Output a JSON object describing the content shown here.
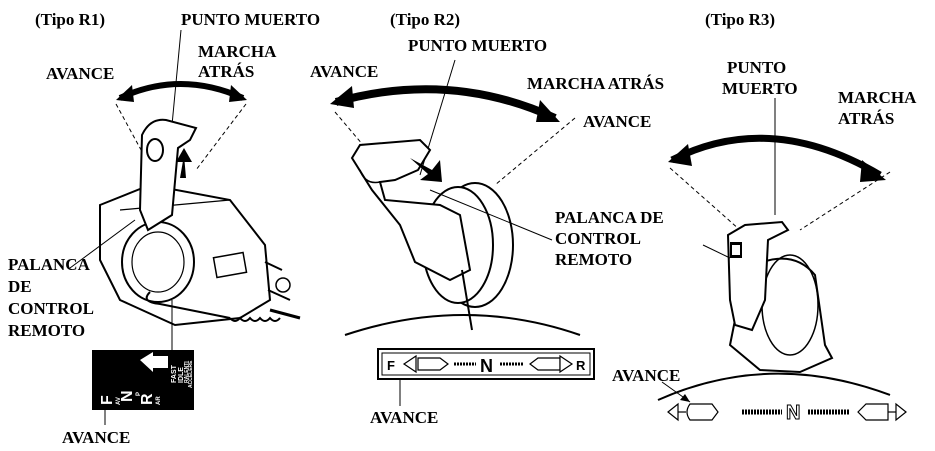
{
  "colors": {
    "ink": "#000000",
    "paper": "#ffffff",
    "shade": "#dcdcdc"
  },
  "r1": {
    "title": "(Tipo R1)",
    "neutral": "PUNTO MUERTO",
    "forward": "AVANCE",
    "reverse_line1": "MARCHA",
    "reverse_line2": "ATRÁS",
    "lever_line1": "PALANCA",
    "lever_line2": "DE",
    "lever_line3": "CONTROL",
    "lever_line4": "REMOTO",
    "plate_forward_label": "AVANCE",
    "plate": {
      "fast": "FAST",
      "idle": "IDLE",
      "ralenti": "RALENTI",
      "accelere": "ACCELERE",
      "f": "F",
      "av": "AV",
      "n": "N",
      "p": "P",
      "r": "R",
      "ar": "AR"
    }
  },
  "r2": {
    "title": "(Tipo R2)",
    "neutral": "PUNTO MUERTO",
    "forward": "AVANCE",
    "reverse": "MARCHA ATRÁS",
    "forward_right": "AVANCE",
    "lever_line1": "PALANCA DE",
    "lever_line2": "CONTROL",
    "lever_line3": "REMOTO",
    "scale_forward_label": "AVANCE",
    "scale": {
      "f": "F",
      "n": "N",
      "r": "R"
    }
  },
  "r3": {
    "title": "(Tipo R3)",
    "neutral_line1": "PUNTO",
    "neutral_line2": "MUERTO",
    "reverse_line1": "MARCHA",
    "reverse_line2": "ATRÁS",
    "scale_forward_label": "AVANCE",
    "scale": {
      "n": "N"
    }
  }
}
